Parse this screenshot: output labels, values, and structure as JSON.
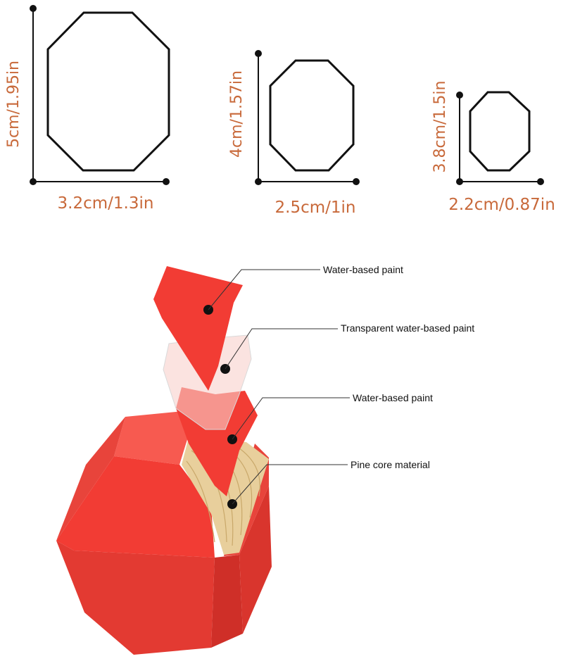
{
  "colors": {
    "dimension_text": "#c8693a",
    "outline": "#111111",
    "paint_red": "#f23c34",
    "paint_red_shadow": "#d62f28",
    "paint_red_light": "#f75a50",
    "wood": "#e8cf9c",
    "wood_grain": "#c9a86a",
    "leader_line": "#333333"
  },
  "sizes": [
    {
      "id": "large",
      "height_label": "5cm/1.95in",
      "width_label": "3.2cm/1.3in"
    },
    {
      "id": "medium",
      "height_label": "4cm/1.57in",
      "width_label": "2.5cm/1in"
    },
    {
      "id": "small",
      "height_label": "3.8cm/1.5in",
      "width_label": "2.2cm/0.87in"
    }
  ],
  "callouts": [
    {
      "id": "paint-top",
      "label": "Water-based paint"
    },
    {
      "id": "transparent",
      "label": "Transparent water-based paint"
    },
    {
      "id": "paint-middle",
      "label": "Water-based paint"
    },
    {
      "id": "pine-core",
      "label": "Pine core material"
    }
  ]
}
